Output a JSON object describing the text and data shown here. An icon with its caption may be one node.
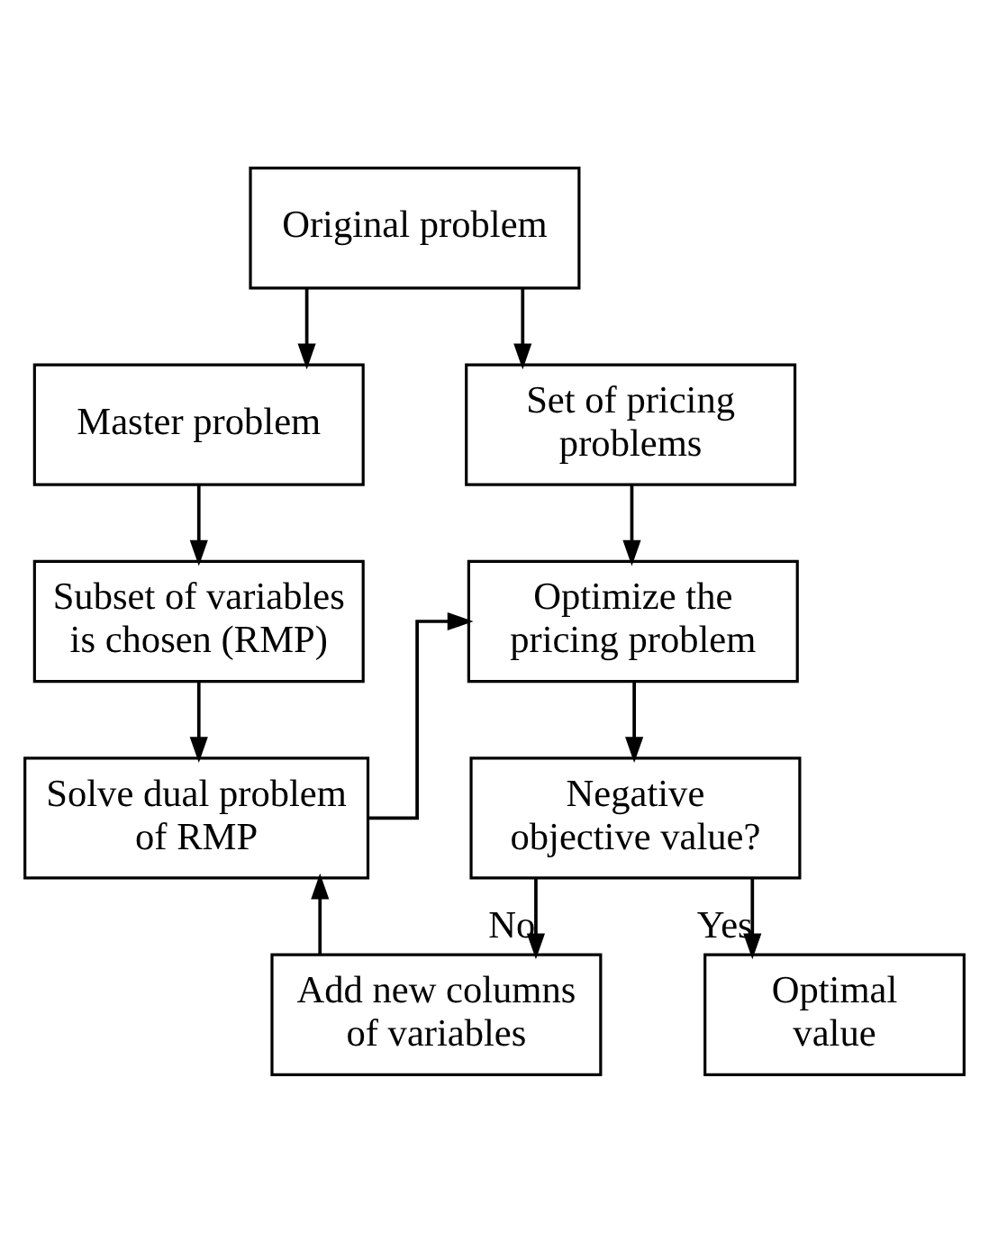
{
  "diagram": {
    "nodes": [
      {
        "text": [
          "Original problem"
        ]
      },
      {
        "text": [
          "Master problem"
        ]
      },
      {
        "text": [
          "Set of pricing problems"
        ]
      },
      {
        "text": [
          "Subset of variables is chosen (RMP)"
        ]
      },
      {
        "text": [
          "Optimize the pricing problem"
        ]
      },
      {
        "text": [
          "Solve dual problem of RMP"
        ]
      },
      {
        "text": [
          "Negative objective value?"
        ]
      },
      {
        "text": [
          "Add new columns of variables"
        ]
      },
      {
        "text": [
          "Optimal value"
        ]
      }
    ],
    "edges": [
      {
        "from": 0,
        "to": 1,
        "arrow": "to"
      },
      {
        "from": 0,
        "to": 2,
        "arrow": "to"
      },
      {
        "from": 1,
        "to": 3,
        "arrow": "to"
      },
      {
        "from": 2,
        "to": 4,
        "arrow": "to"
      },
      {
        "from": 3,
        "to": 5,
        "arrow": "to"
      },
      {
        "from": 5,
        "to": 4,
        "arrow": "to"
      },
      {
        "from": 4,
        "to": 6,
        "arrow": "to"
      },
      {
        "from": 6,
        "to": 7,
        "arrow": "to",
        "label": "No"
      },
      {
        "from": 6,
        "to": 8,
        "arrow": "to",
        "label": "Yes"
      },
      {
        "from": 7,
        "to": 5,
        "arrow": "to"
      }
    ]
  }
}
